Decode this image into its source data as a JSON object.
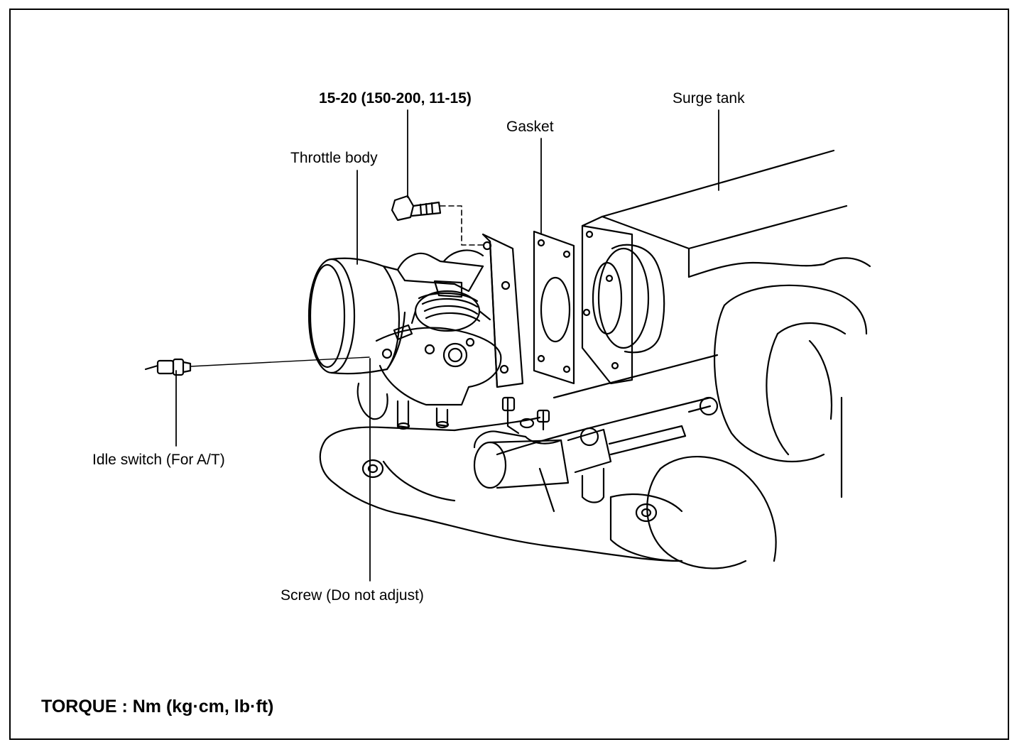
{
  "labels": {
    "torque_value": "15-20 (150-200, 11-15)",
    "surge_tank": "Surge tank",
    "gasket": "Gasket",
    "throttle_body": "Throttle body",
    "idle_switch": "Idle switch (For A/T)",
    "screw": "Screw (Do not adjust)"
  },
  "footer": {
    "torque_units": "TORQUE : Nm (kg·cm, lb·ft)"
  }
}
